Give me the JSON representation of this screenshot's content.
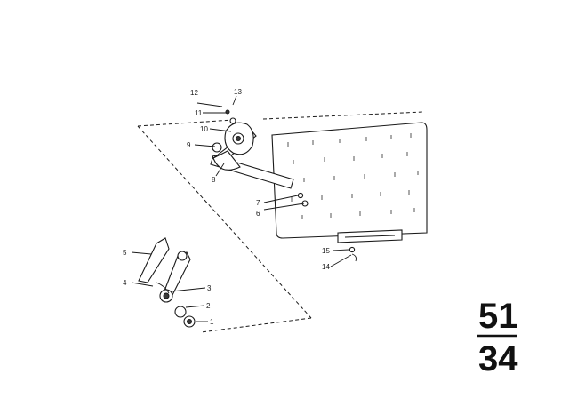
{
  "diagram": {
    "callouts": [
      {
        "id": "c1",
        "text": "1"
      },
      {
        "id": "c2",
        "text": "2"
      },
      {
        "id": "c3",
        "text": "3"
      },
      {
        "id": "c4",
        "text": "4"
      },
      {
        "id": "c5",
        "text": "5"
      },
      {
        "id": "c6",
        "text": "6"
      },
      {
        "id": "c7",
        "text": "7"
      },
      {
        "id": "c8",
        "text": "8"
      },
      {
        "id": "c9",
        "text": "9"
      },
      {
        "id": "c10",
        "text": "10"
      },
      {
        "id": "c11",
        "text": "11"
      },
      {
        "id": "c12",
        "text": "12"
      },
      {
        "id": "c13",
        "text": "13"
      },
      {
        "id": "c14",
        "text": "14"
      },
      {
        "id": "c15",
        "text": "15"
      }
    ],
    "group_number": {
      "top": "51",
      "bottom": "34"
    }
  }
}
